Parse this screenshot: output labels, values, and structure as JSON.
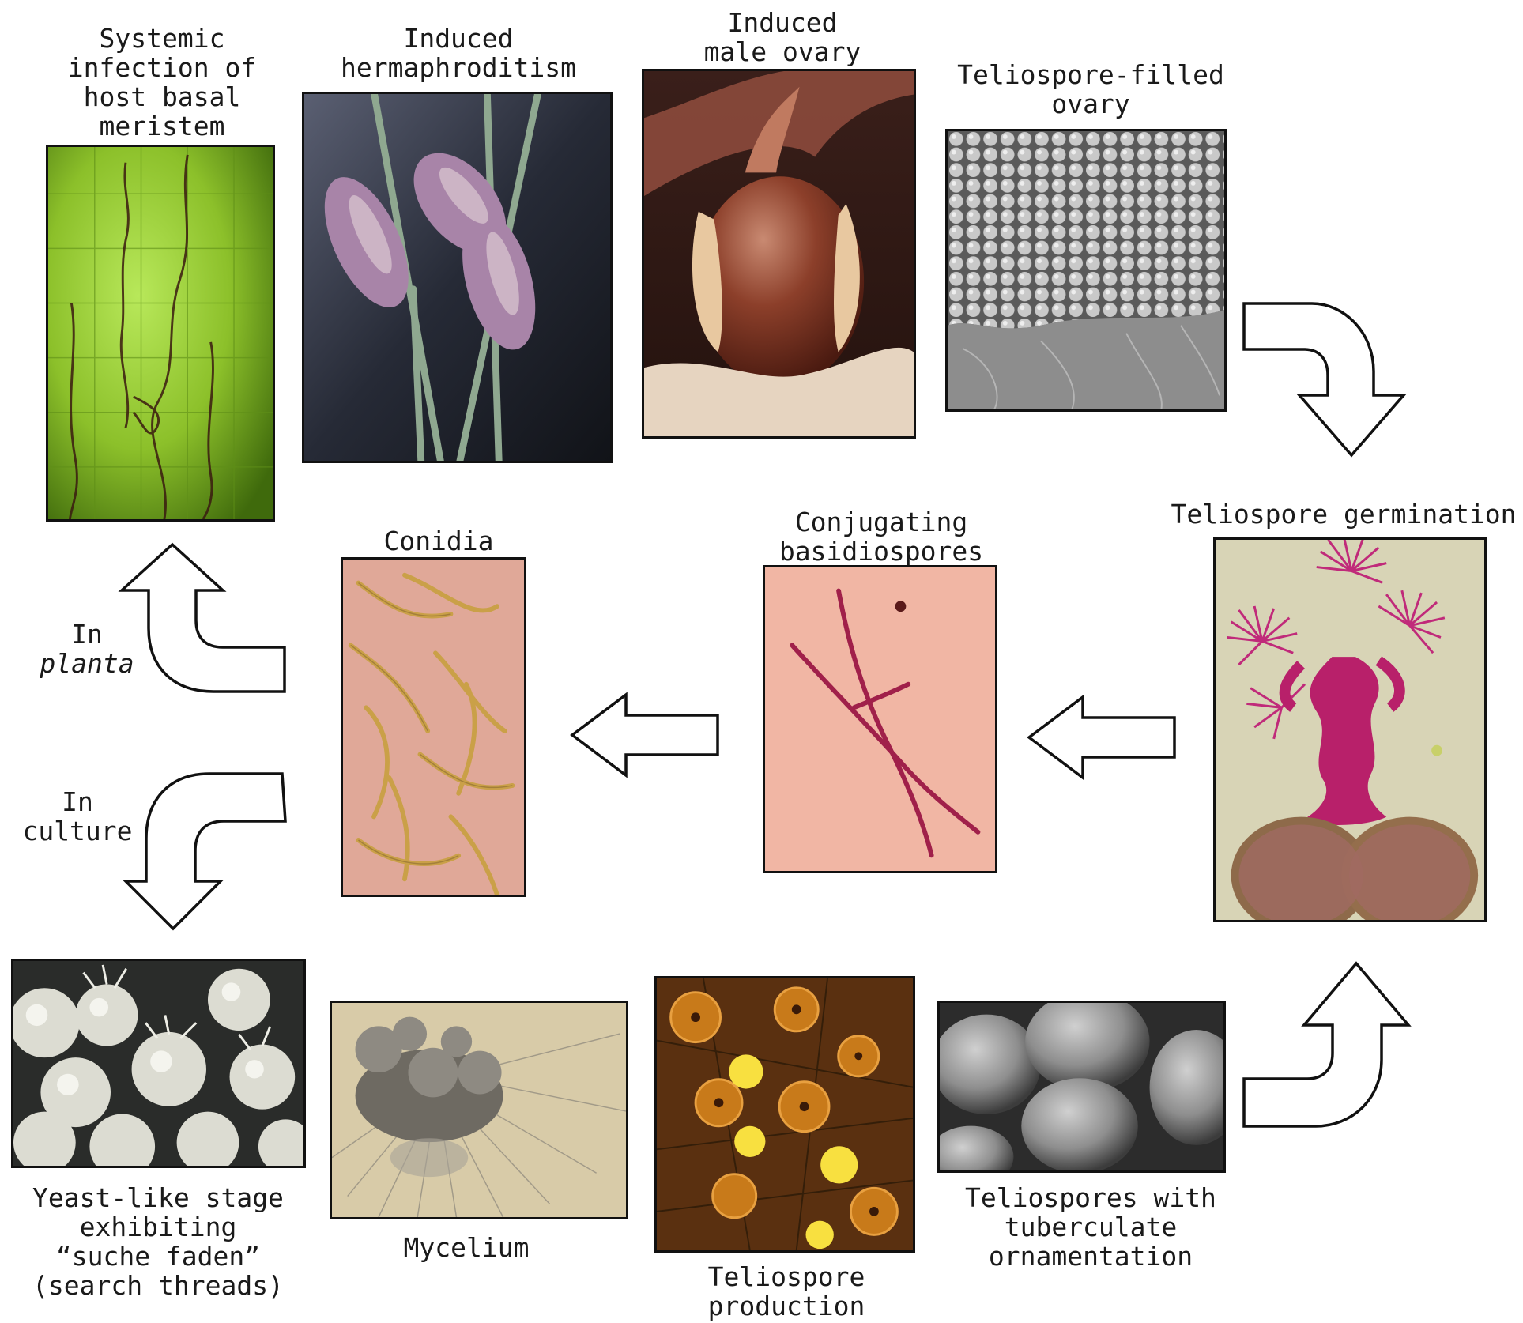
{
  "figure": {
    "stages": {
      "meristem": "Systemic\ninfection of\nhost basal\nmeristem",
      "hermaphroditism": "Induced\nhermaphroditism",
      "male_ovary": "Induced\nmale ovary",
      "filled_ovary": "Teliospore-filled\novary",
      "germination": "Teliospore germination",
      "basidiospores": "Conjugating\nbasidiospores",
      "conidia": "Conidia",
      "yeast": "Yeast-like stage\nexhibiting\n“suche faden”\n(search threads)",
      "mycelium": "Mycelium",
      "production": "Teliospore\nproduction",
      "ornamentation": "Teliospores with\ntuberculate\nornamentation"
    },
    "routes": {
      "in_planta_prefix": "In",
      "in_planta_word": "planta",
      "in_culture": "In\nculture"
    }
  }
}
